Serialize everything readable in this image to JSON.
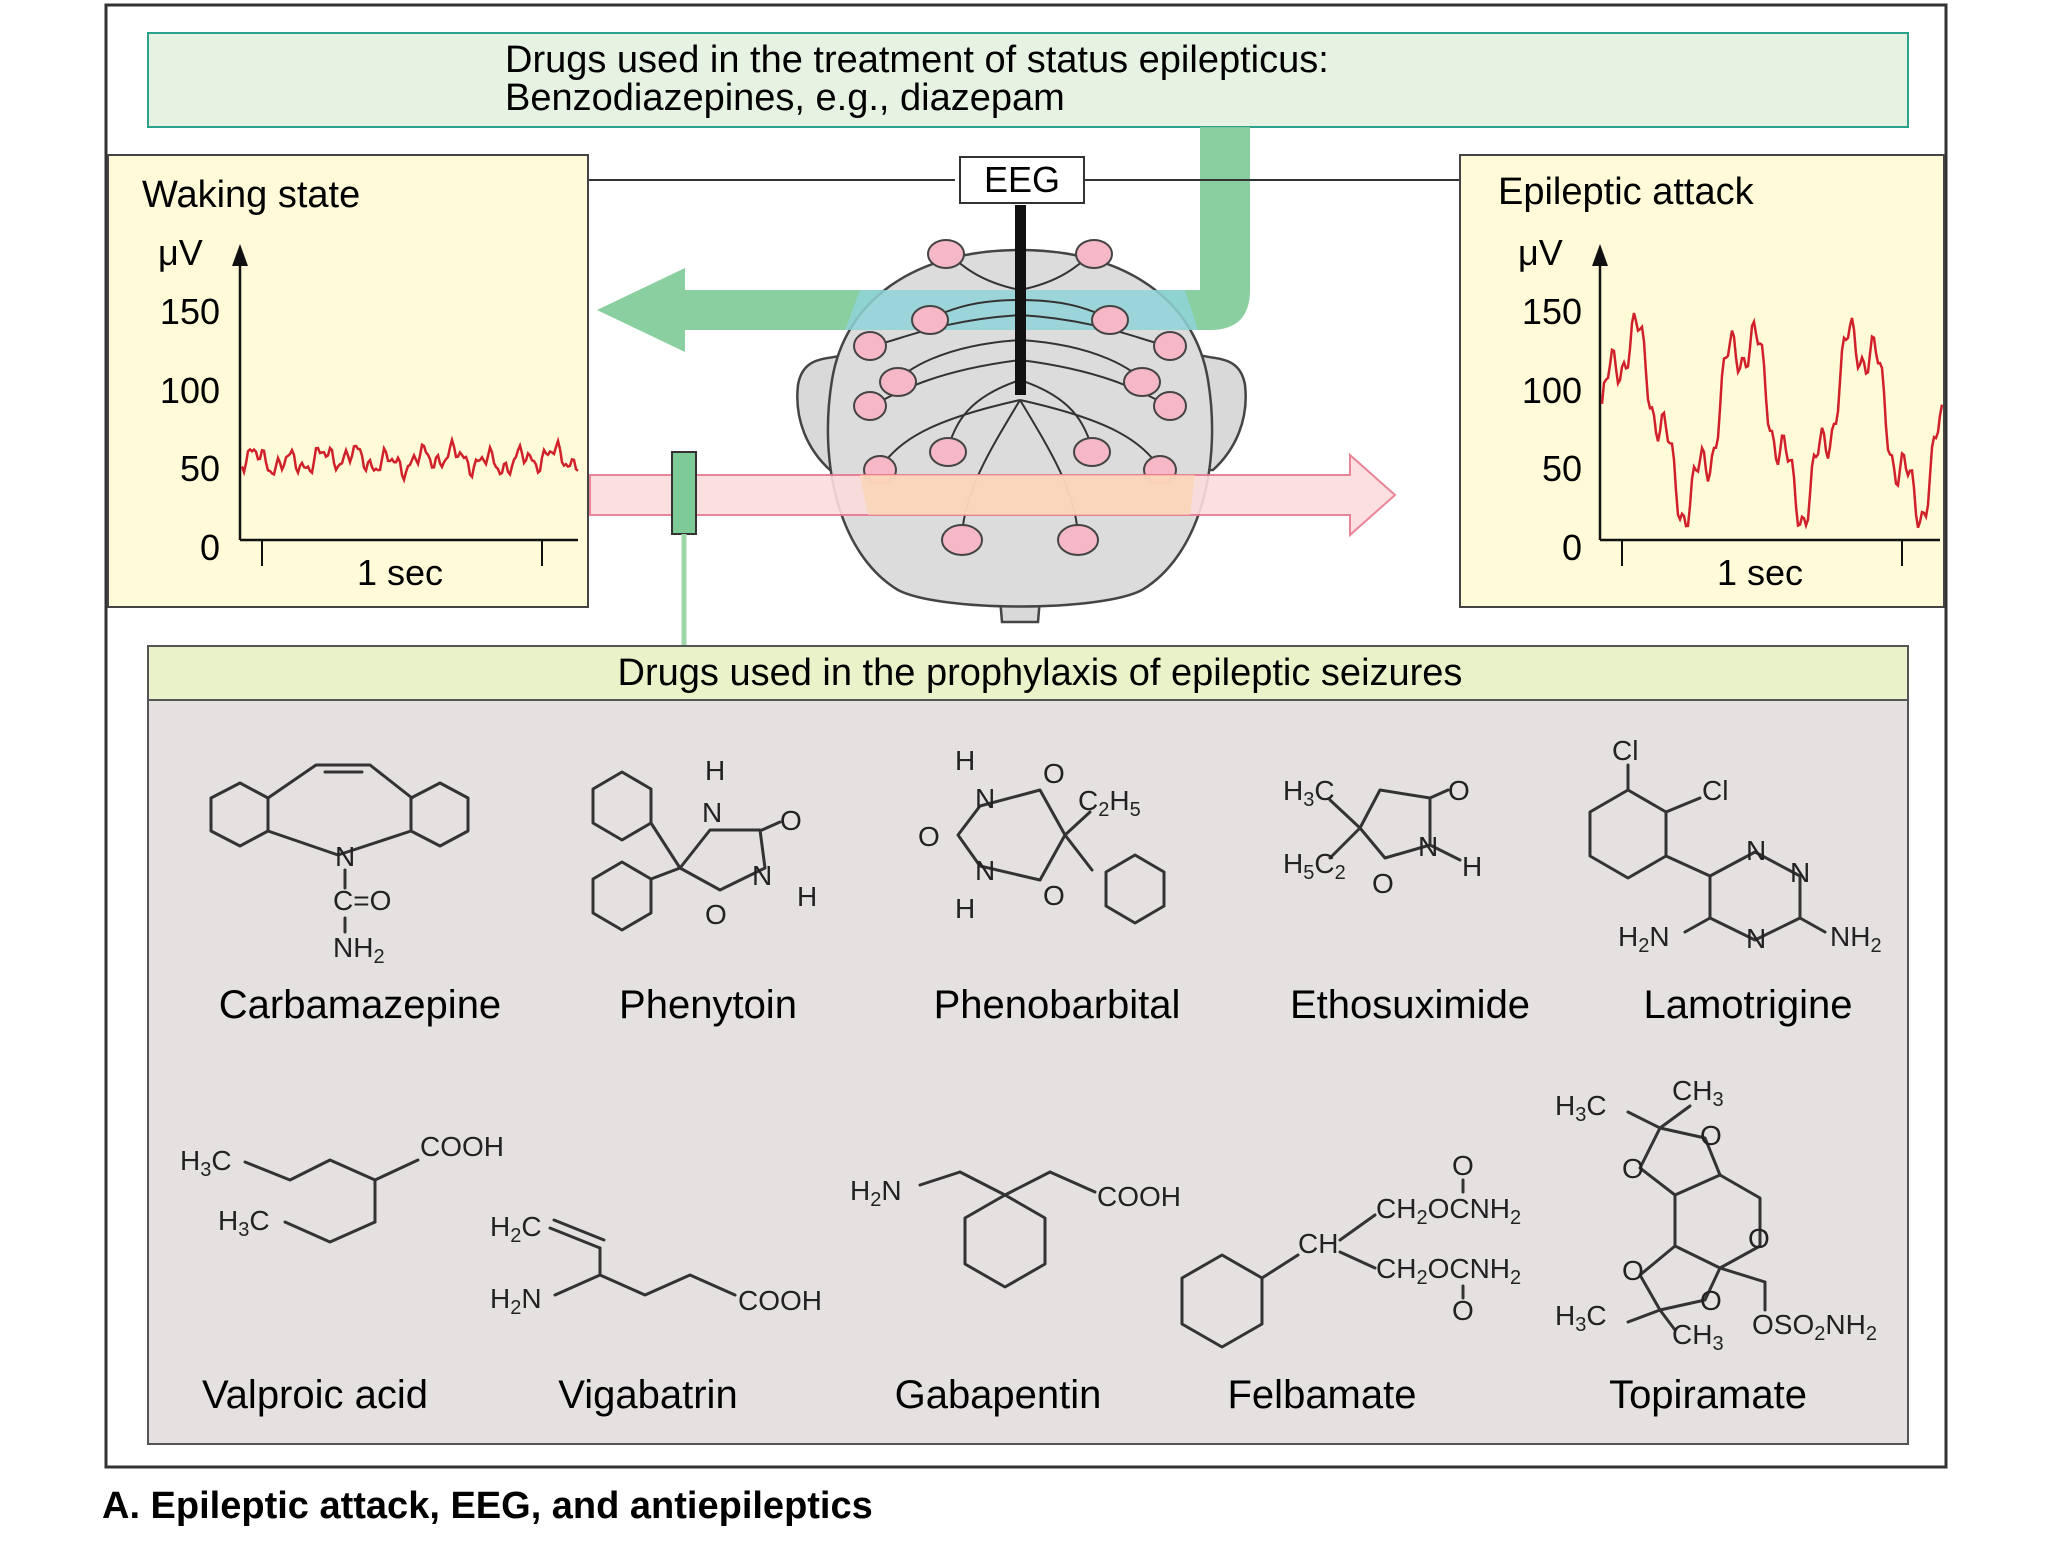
{
  "status_box": {
    "line1": "Drugs used in the treatment of status epilepticus:",
    "line2": "Benzodiazepines, e.g., diazepam"
  },
  "eeg_label": "EEG",
  "waking_panel": {
    "title": "Waking state",
    "y_unit": "μV",
    "y_ticks": [
      "150",
      "100",
      "50",
      "0"
    ],
    "x_label": "1 sec"
  },
  "attack_panel": {
    "title": "Epileptic attack",
    "y_unit": "μV",
    "y_ticks": [
      "150",
      "100",
      "50",
      "0"
    ],
    "x_label": "1 sec"
  },
  "prophylaxis_header": "Drugs used in the prophylaxis of epileptic seizures",
  "drugs_row1": [
    "Carbamazepine",
    "Phenytoin",
    "Phenobarbital",
    "Ethosuximide",
    "Lamotrigine"
  ],
  "drugs_row2": [
    "Valproic acid",
    "Vigabatrin",
    "Gabapentin",
    "Felbamate",
    "Topiramate"
  ],
  "figure_caption": "A. Epileptic attack, EEG, and antiepileptics",
  "colors": {
    "panel_bg": "#fffbd9",
    "green_box": "#e6f3e3",
    "green_arrow": "#7fcb98",
    "pink_arrow": "#fcdcdc",
    "trace": "#d0202a",
    "drug_area": "#e4e1e0",
    "header_bg": "#e9f2c8",
    "electrode": "#f6b8c6"
  },
  "icons": [
    "head-icon",
    "electrode-icon",
    "arrow-left-icon",
    "arrow-right-icon"
  ]
}
